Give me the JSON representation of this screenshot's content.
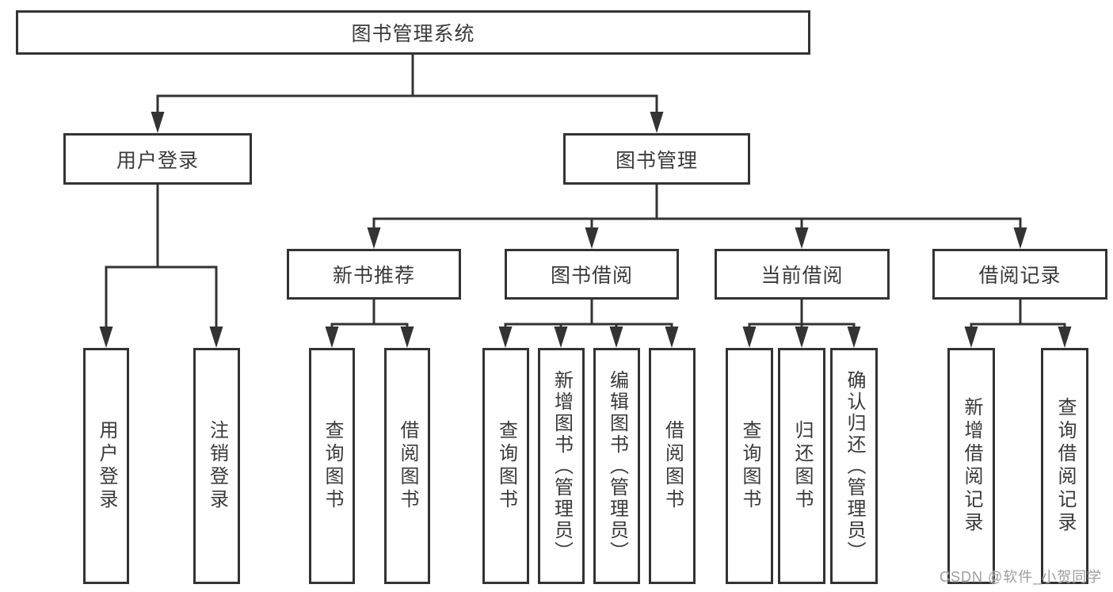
{
  "diagram": {
    "root": {
      "label": "图书管理系统"
    },
    "branches": [
      {
        "label": "用户登录",
        "children": [
          {
            "label": "用户登录"
          },
          {
            "label": "注销登录"
          }
        ]
      },
      {
        "label": "图书管理",
        "children": [
          {
            "label": "新书推荐",
            "children": [
              {
                "label": "查询图书"
              },
              {
                "label": "借阅图书"
              }
            ]
          },
          {
            "label": "图书借阅",
            "children": [
              {
                "label": "查询图书"
              },
              {
                "label": "新增图书（管理员）"
              },
              {
                "label": "编辑图书（管理员）"
              },
              {
                "label": "借阅图书"
              }
            ]
          },
          {
            "label": "当前借阅",
            "children": [
              {
                "label": "查询图书"
              },
              {
                "label": "归还图书"
              },
              {
                "label": "确认归还（管理员）"
              }
            ]
          },
          {
            "label": "借阅记录",
            "children": [
              {
                "label": "新增借阅记录"
              },
              {
                "label": "查询借阅记录"
              }
            ]
          }
        ]
      }
    ]
  },
  "watermark": "CSDN @软件_小贺同学",
  "colors": {
    "line": "#333333",
    "text": "#3a3a3a",
    "background": "#ffffff",
    "watermark": "#9e9e9e"
  }
}
